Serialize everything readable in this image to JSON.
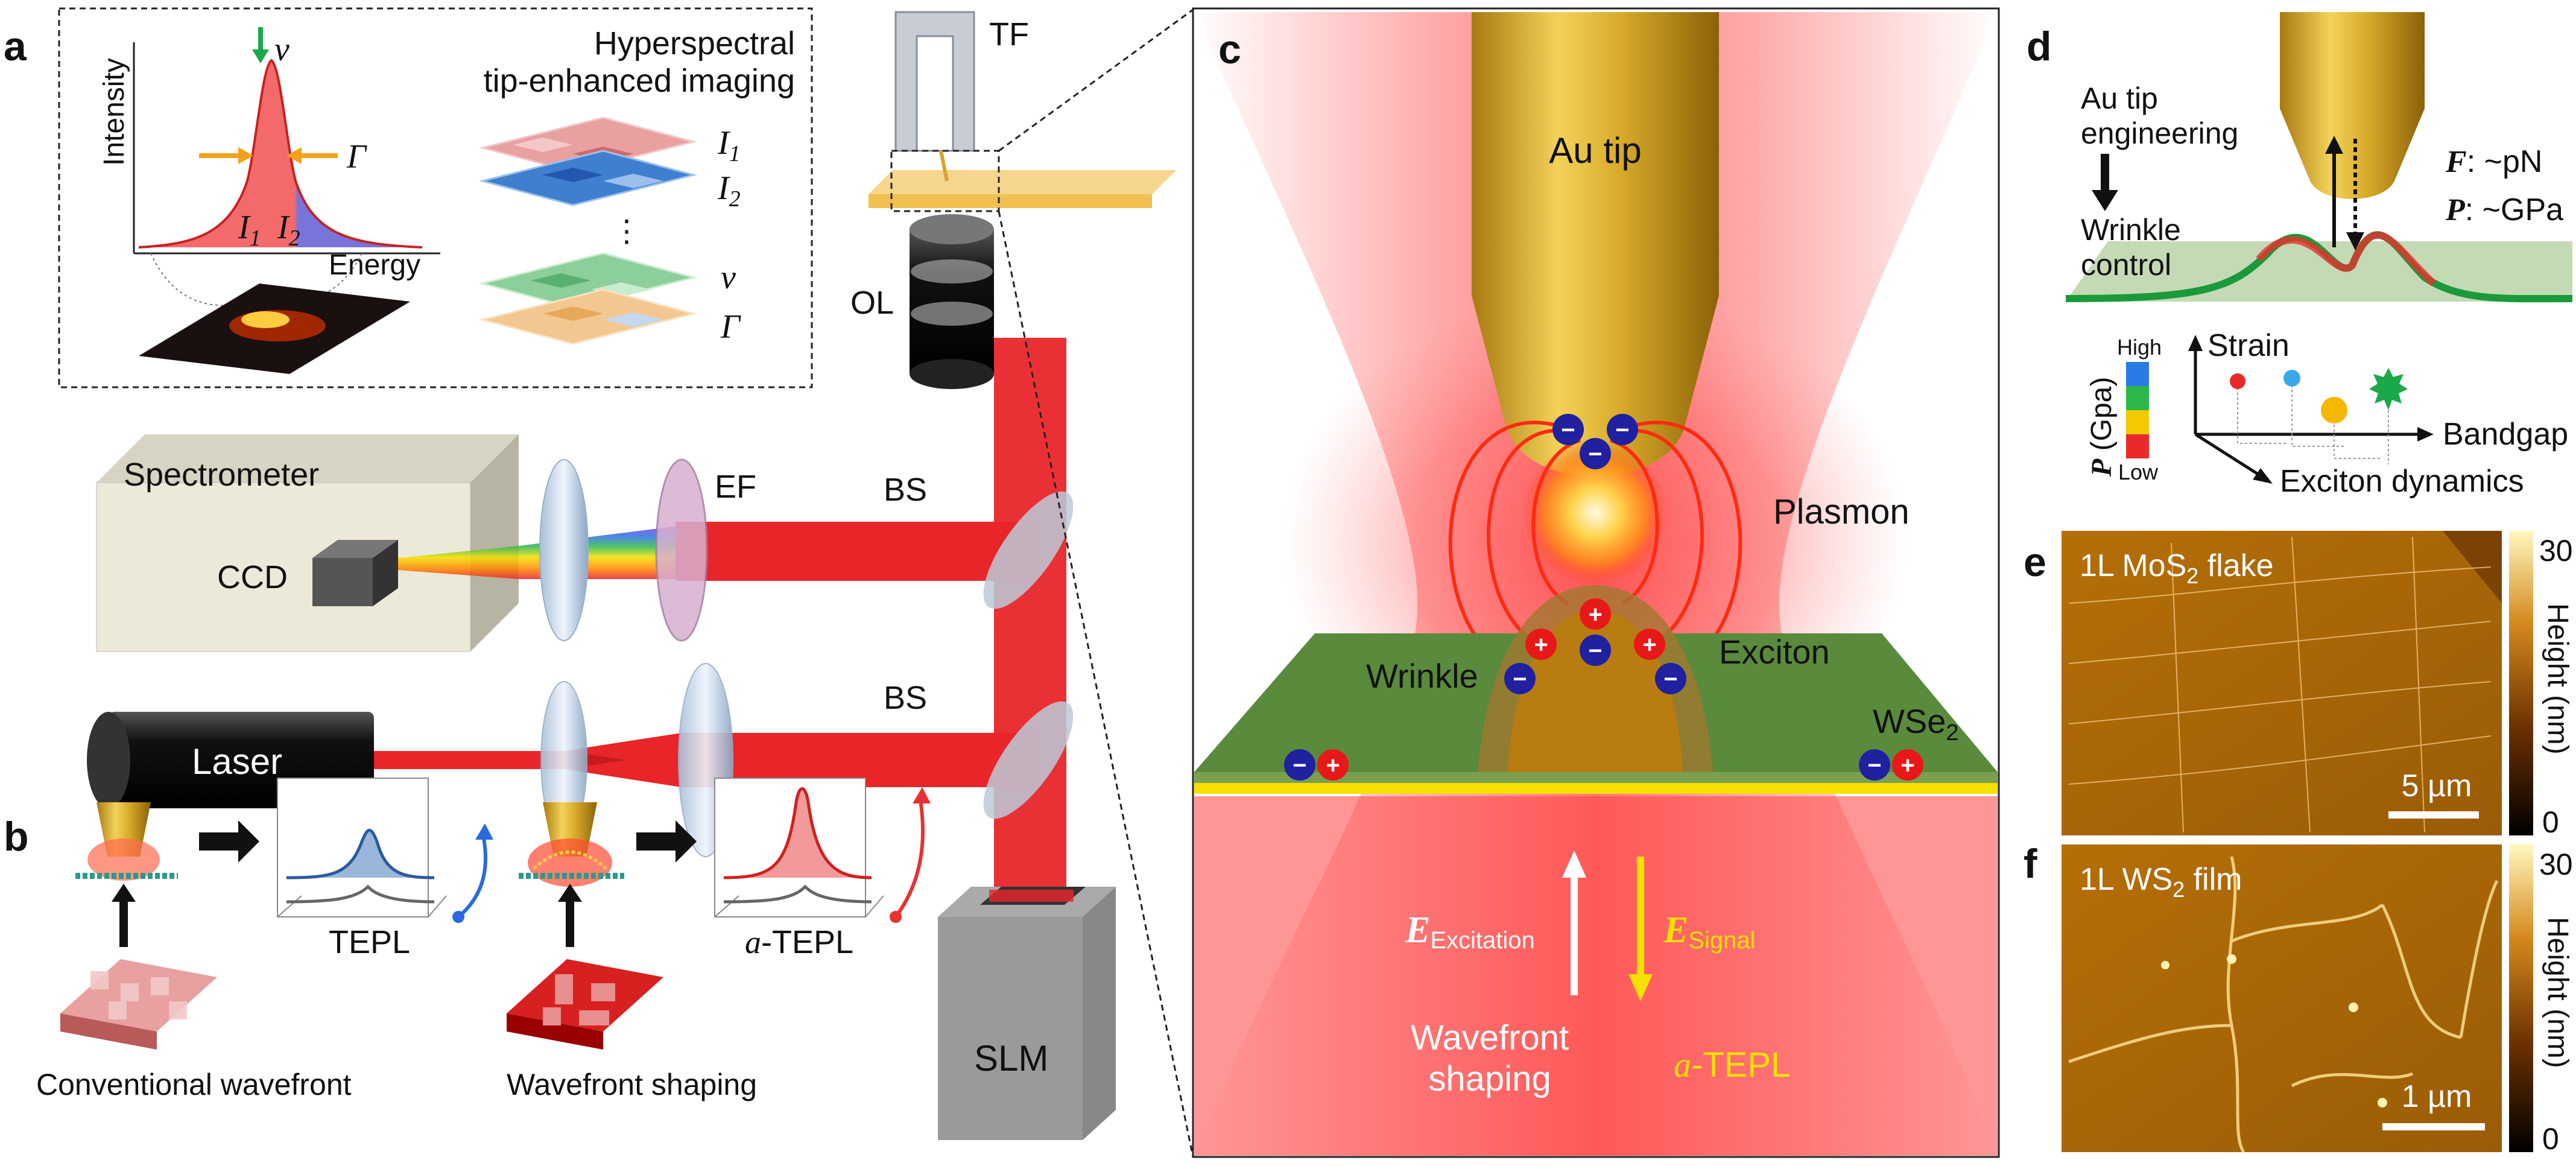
{
  "colors": {
    "laser_red": "#e8262a",
    "gold": "#d4a52a",
    "green_layer": "#5a8a3c",
    "yellow": "#f5e000",
    "spectrum_purple": "#6a4fc8"
  },
  "panel_a": {
    "label": "a",
    "title_line1": "Hyperspectral",
    "title_line2": "tip-enhanced imaging",
    "y_axis": "Intensity",
    "x_axis": "Energy",
    "nu": "ν",
    "gamma": "Γ",
    "I1": "I",
    "I1_sub": "1",
    "I2": "I",
    "I2_sub": "2",
    "stack_I1": "I",
    "stack_I1_sub": "1",
    "stack_I2": "I",
    "stack_I2_sub": "2",
    "stack_nu": "ν",
    "stack_gamma": "Γ",
    "dots": "⋮"
  },
  "setup": {
    "tf": "TF",
    "ol": "OL",
    "ef": "EF",
    "bs1": "BS",
    "bs2": "BS",
    "spectrometer": "Spectrometer",
    "ccd": "CCD",
    "laser": "Laser",
    "slm": "SLM"
  },
  "panel_b": {
    "label": "b",
    "tepl": "TEPL",
    "atepl_prefix": "a",
    "atepl": "-TEPL",
    "conventional": "Conventional wavefront",
    "shaping": "Wavefront shaping"
  },
  "panel_c": {
    "label": "c",
    "au_tip": "Au tip",
    "plasmon": "Plasmon",
    "wrinkle": "Wrinkle",
    "exciton": "Exciton",
    "wse2": "WSe",
    "wse2_sub": "2",
    "e_exc": "E",
    "e_exc_sub": "Excitation",
    "e_sig": "E",
    "e_sig_sub": "Signal",
    "wavefront1": "Wavefront",
    "wavefront2": "shaping",
    "atepl_prefix": "a",
    "atepl": "-TEPL"
  },
  "panel_d": {
    "label": "d",
    "tip_eng1": "Au tip",
    "tip_eng2": "engineering",
    "wrinkle1": "Wrinkle",
    "wrinkle2": "control",
    "force": "F",
    "force_val": ": ~pN",
    "pressure": "P",
    "pressure_val": ": ~GPa",
    "high": "High",
    "low": "Low",
    "p_axis": "P",
    "p_unit": " (Gpa)",
    "strain": "Strain",
    "bandgap": "Bandgap",
    "exciton_dyn": "Exciton dynamics"
  },
  "panel_e": {
    "label": "e",
    "title": "1L MoS",
    "title_sub": "2",
    "title_tail": " flake",
    "scale": "5 µm",
    "cb_max": "30",
    "cb_min": "0",
    "cb_label": "Height (nm)"
  },
  "panel_f": {
    "label": "f",
    "title": "1L WS",
    "title_sub": "2",
    "title_tail": " film",
    "scale": "1 µm",
    "cb_max": "30",
    "cb_min": "0",
    "cb_label": "Height (nm)"
  }
}
